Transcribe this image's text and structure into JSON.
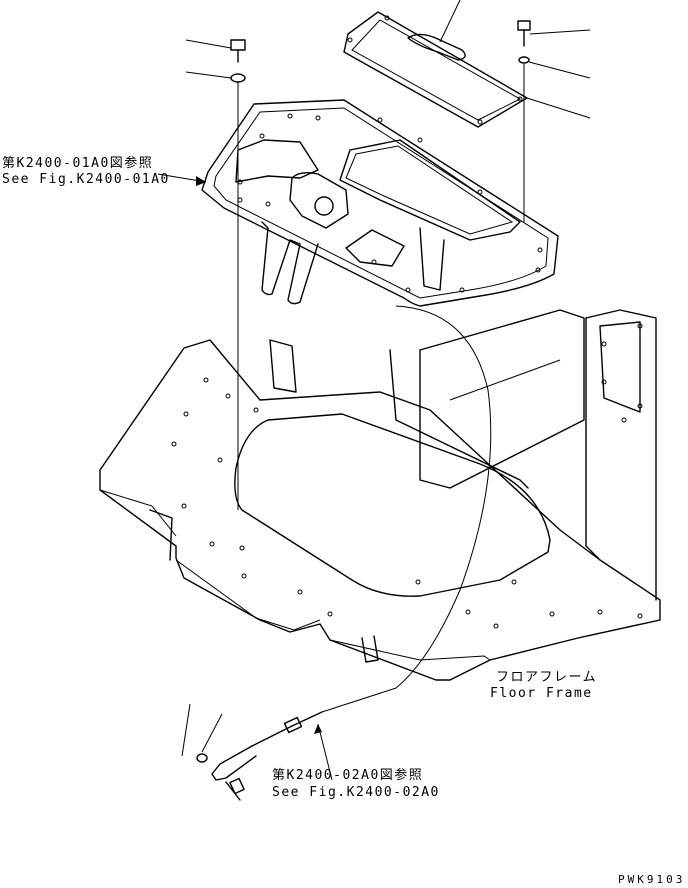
{
  "labels": {
    "top_ref_jp": "第K2400-01A0図参照",
    "top_ref_en": "See Fig.K2400-01A0",
    "floor_jp": "フロアフレーム",
    "floor_en": "Floor Frame",
    "bottom_ref_jp": "第K2400-02A0図参照",
    "bottom_ref_en": "See Fig.K2400-02A0",
    "drawing_code": "PWK9103"
  }
}
